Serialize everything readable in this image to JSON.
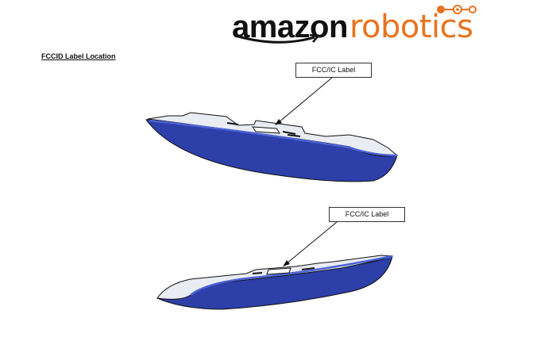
{
  "logo": {
    "brand_part1": "amazon",
    "brand_part2": "robotics",
    "colors": {
      "amazon": "#111111",
      "robotics": "#e8731e"
    }
  },
  "document": {
    "heading": "FCCID Label Location",
    "figures": [
      {
        "callout_label": "FCC/IC Label",
        "view": "top-right perspective"
      },
      {
        "callout_label": "FCC/IC Label",
        "view": "top-left perspective"
      }
    ],
    "colors": {
      "body_blue": "#2d3fa8",
      "top_panel": "#e9ecf2",
      "outline": "#111111"
    }
  }
}
